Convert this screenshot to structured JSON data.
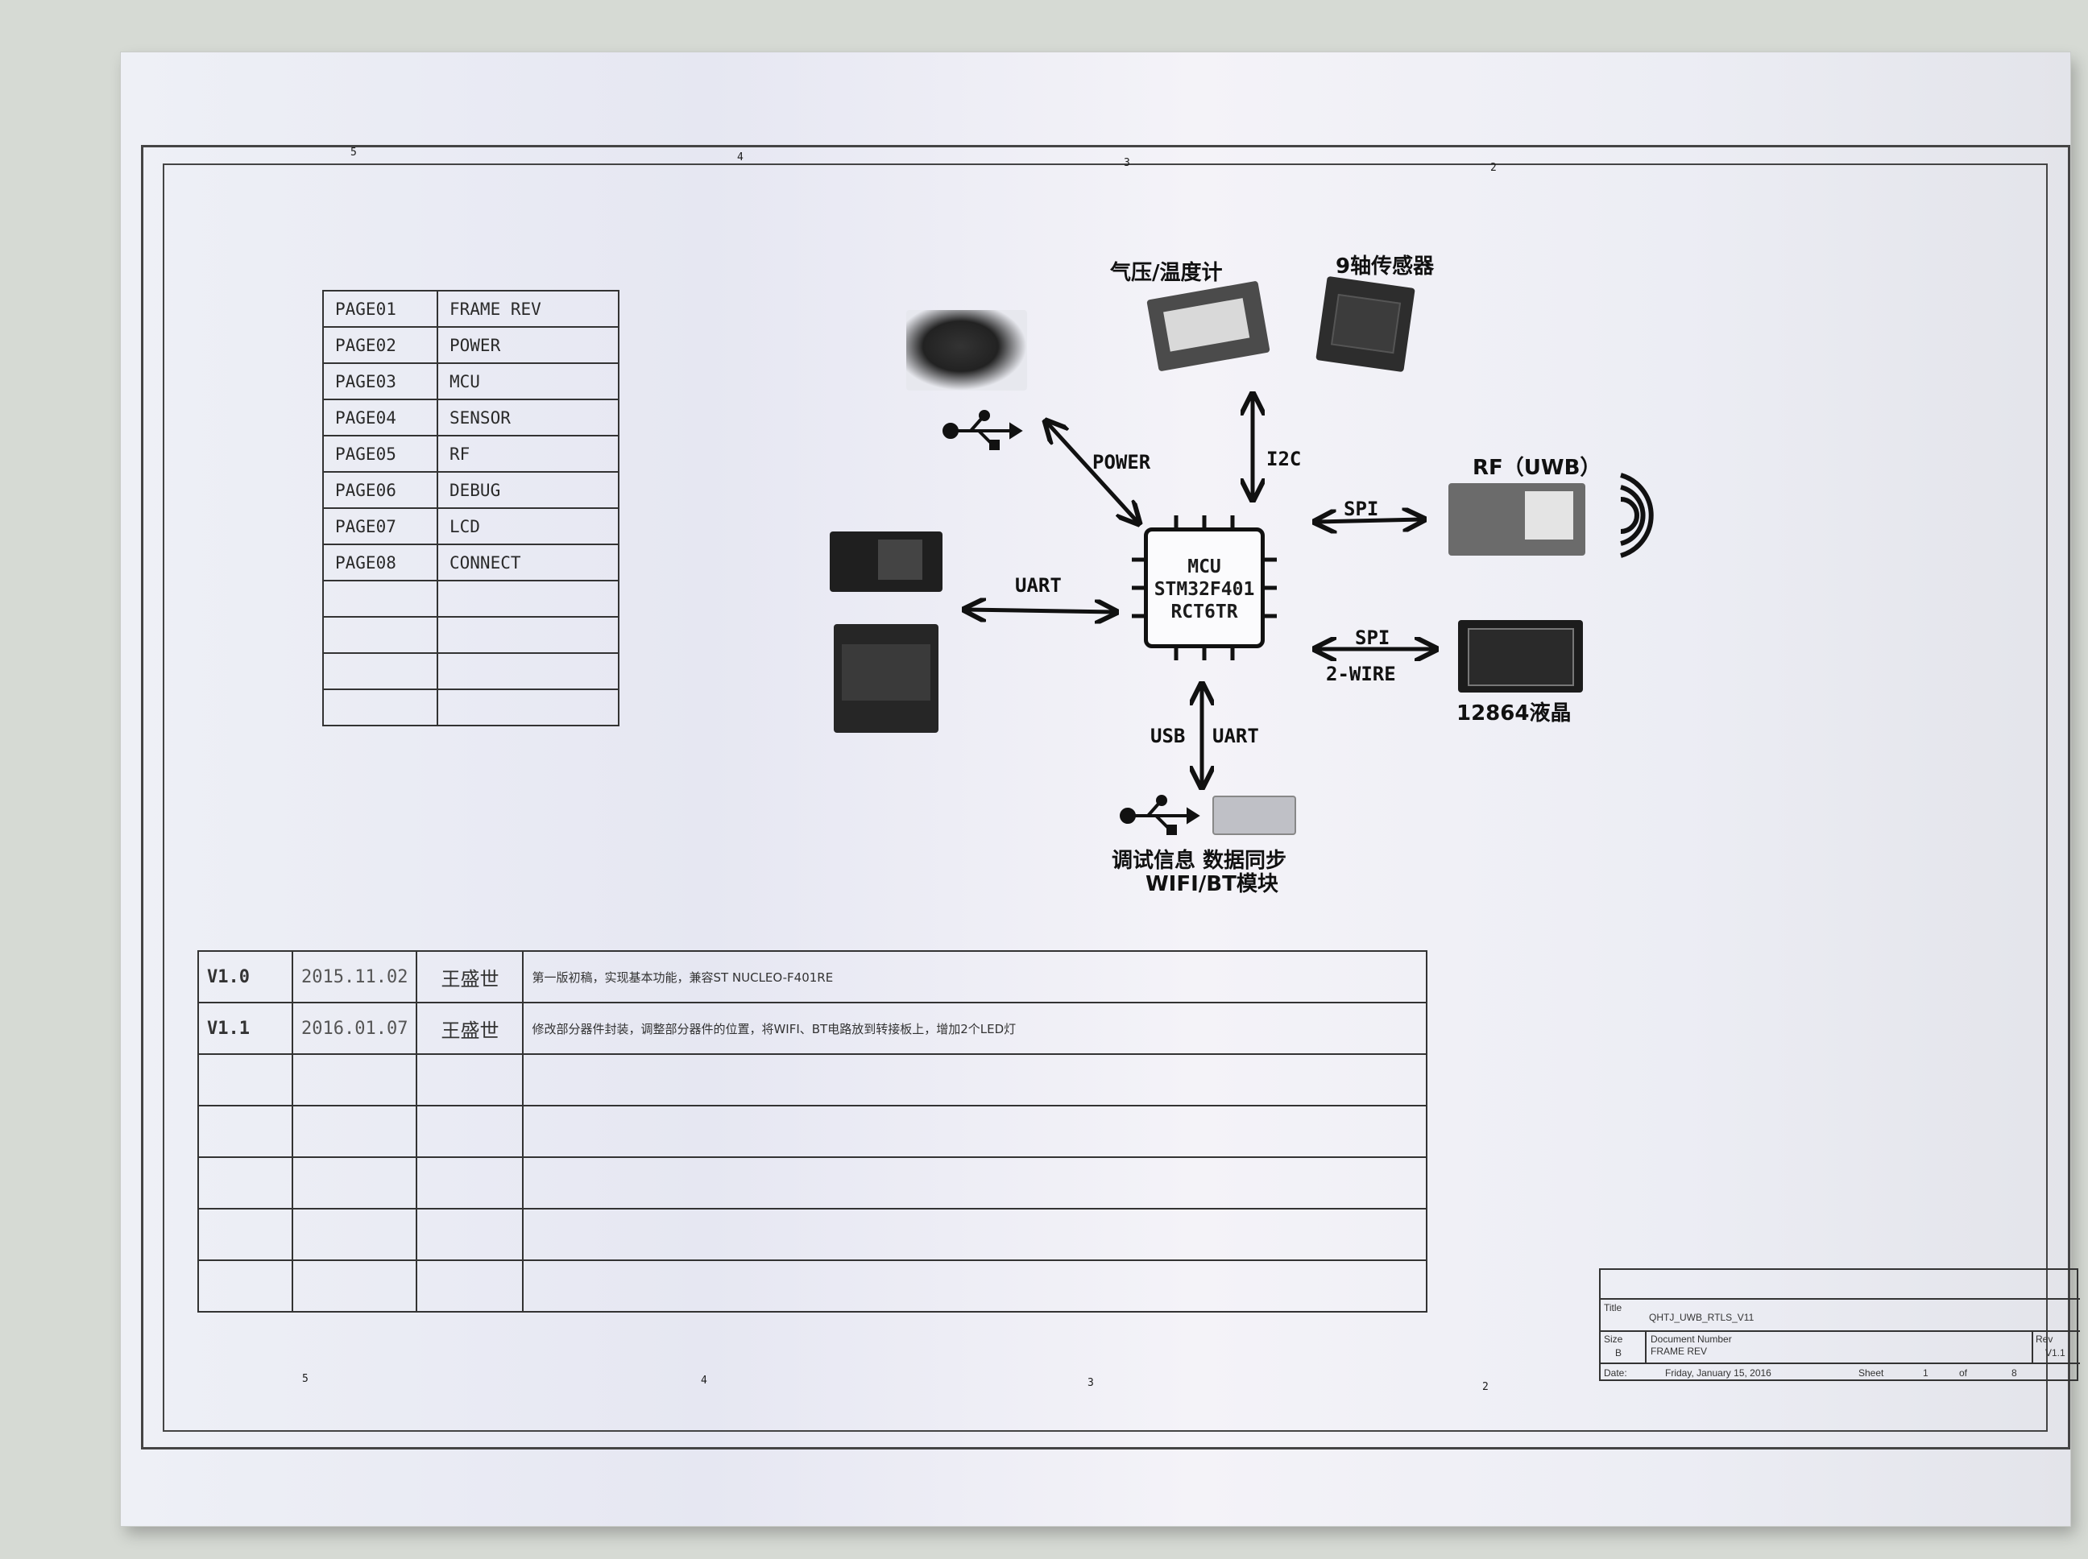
{
  "page_index": [
    {
      "page": "PAGE01",
      "name": "FRAME REV"
    },
    {
      "page": "PAGE02",
      "name": "POWER"
    },
    {
      "page": "PAGE03",
      "name": "MCU"
    },
    {
      "page": "PAGE04",
      "name": "SENSOR"
    },
    {
      "page": "PAGE05",
      "name": "RF"
    },
    {
      "page": "PAGE06",
      "name": "DEBUG"
    },
    {
      "page": "PAGE07",
      "name": "LCD"
    },
    {
      "page": "PAGE08",
      "name": "CONNECT"
    },
    {
      "page": "",
      "name": ""
    },
    {
      "page": "",
      "name": ""
    },
    {
      "page": "",
      "name": ""
    },
    {
      "page": "",
      "name": ""
    }
  ],
  "diagram": {
    "mcu": {
      "line1": "MCU",
      "line2": "STM32F401",
      "line3": "RCT6TR"
    },
    "labels": {
      "power": "POWER",
      "i2c": "I2C",
      "spi_rf": "SPI",
      "uart": "UART",
      "spi_lcd": "SPI",
      "two_wire": "2-WIRE",
      "usb": "USB",
      "uart_debug": "UART",
      "barometer": "气压/温度计",
      "imu": "9轴传感器",
      "rf": "RF（UWB）",
      "lcd": "12864液晶",
      "debug": "调试信息 数据同步",
      "wifi_bt": "WIFI/BT模块"
    }
  },
  "revisions": [
    {
      "version": "V1.0",
      "date": "2015.11.02",
      "author": "王盛世",
      "notes": "第一版初稿，实现基本功能，兼容ST NUCLEO-F401RE"
    },
    {
      "version": "V1.1",
      "date": "2016.01.07",
      "author": "王盛世",
      "notes": "修改部分器件封装，调整部分器件的位置，将WIFI、BT电路放到转接板上，增加2个LED灯"
    },
    {
      "version": "",
      "date": "",
      "author": "",
      "notes": ""
    },
    {
      "version": "",
      "date": "",
      "author": "",
      "notes": ""
    },
    {
      "version": "",
      "date": "",
      "author": "",
      "notes": ""
    },
    {
      "version": "",
      "date": "",
      "author": "",
      "notes": ""
    },
    {
      "version": "",
      "date": "",
      "author": "",
      "notes": ""
    }
  ],
  "title_block": {
    "title_label": "Title",
    "title": "QHTJ_UWB_RTLS_V11",
    "size_label": "Size",
    "size": "B",
    "docnum_label": "Document Number",
    "docnum": "FRAME REV",
    "rev_label": "Rev",
    "rev": "V1.1",
    "date_label": "Date:",
    "date": "Friday, January 15, 2016",
    "sheet_label": "Sheet",
    "sheet": "1",
    "of_label": "of",
    "of": "8"
  },
  "border_zones": {
    "top": [
      "5",
      "4",
      "3",
      "2"
    ],
    "bottom": [
      "5",
      "4",
      "3",
      "2"
    ]
  },
  "colors": {
    "ink": "#111111",
    "paper": "#eceef4",
    "background": "#d6dad4"
  }
}
